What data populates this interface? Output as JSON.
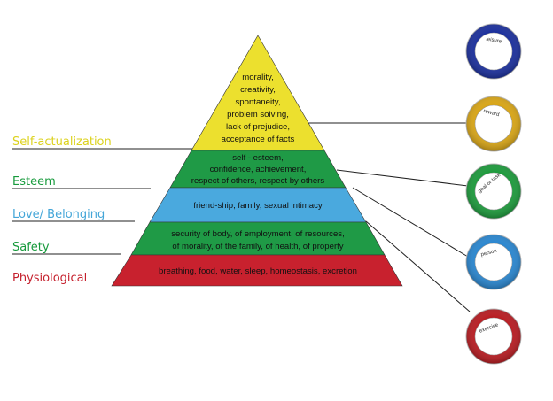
{
  "levels": [
    {
      "name": "Self-actualization",
      "name_color": "#dcd21e",
      "fill": "#ece02e",
      "lines": [
        "morality,",
        "creativity,",
        "spontaneity,",
        "problem solving,",
        "lack of prejudice,",
        "acceptance of facts"
      ]
    },
    {
      "name": "Esteem",
      "name_color": "#179a3c",
      "fill": "#1f9a46",
      "lines": [
        "self - esteem,",
        "confidence, achievement,",
        "respect of others, respect by others"
      ]
    },
    {
      "name": "Love/ Belonging",
      "name_color": "#44a6d8",
      "fill": "#4aa9de",
      "lines": [
        "friend-ship, family, sexual intimacy"
      ]
    },
    {
      "name": "Safety",
      "name_color": "#179a3c",
      "fill": "#1f9a46",
      "lines": [
        "security of body, of employment, of resources,",
        "of morality, of the family, of health, of property"
      ]
    },
    {
      "name": "Physiological",
      "name_color": "#c51f2c",
      "fill": "#c8212e",
      "lines": [
        "breathing, food, water, sleep, homeostasis, excretion"
      ]
    }
  ],
  "rings": [
    {
      "label": "leisure",
      "color": "#1b2f9c"
    },
    {
      "label": "reward",
      "color": "#d8a516"
    },
    {
      "label": "goal or task",
      "color": "#1d9a3c"
    },
    {
      "label": "person",
      "color": "#2a86cf"
    },
    {
      "label": "exercise",
      "color": "#b81c22"
    }
  ]
}
